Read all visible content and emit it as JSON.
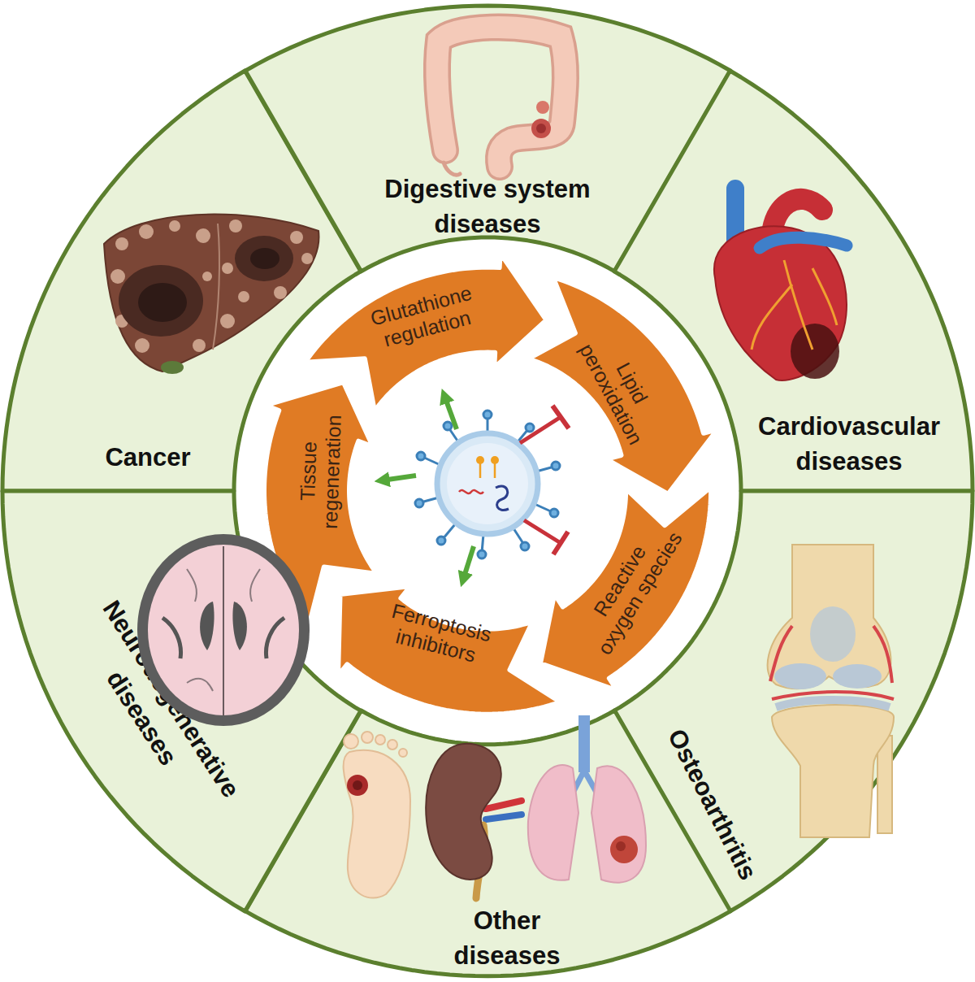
{
  "diagram": {
    "nodes": [
      {
        "text": [
          "Cancer"
        ]
      },
      {
        "text": [
          "Digestive system diseases"
        ]
      },
      {
        "text": [
          "Cardiovascular diseases"
        ]
      },
      {
        "text": [
          "Osteoarthritis"
        ]
      },
      {
        "text": [
          "Other diseases"
        ]
      },
      {
        "text": [
          "Neurodegenerative diseases"
        ]
      },
      {
        "text": [
          "Glutathione regulation"
        ]
      },
      {
        "text": [
          "Lipid peroxidation"
        ]
      },
      {
        "text": [
          "Reactive oxygen species"
        ]
      },
      {
        "text": [
          "Ferroptosis inhibitors"
        ]
      },
      {
        "text": [
          "Tissue regeneration"
        ]
      }
    ]
  }
}
